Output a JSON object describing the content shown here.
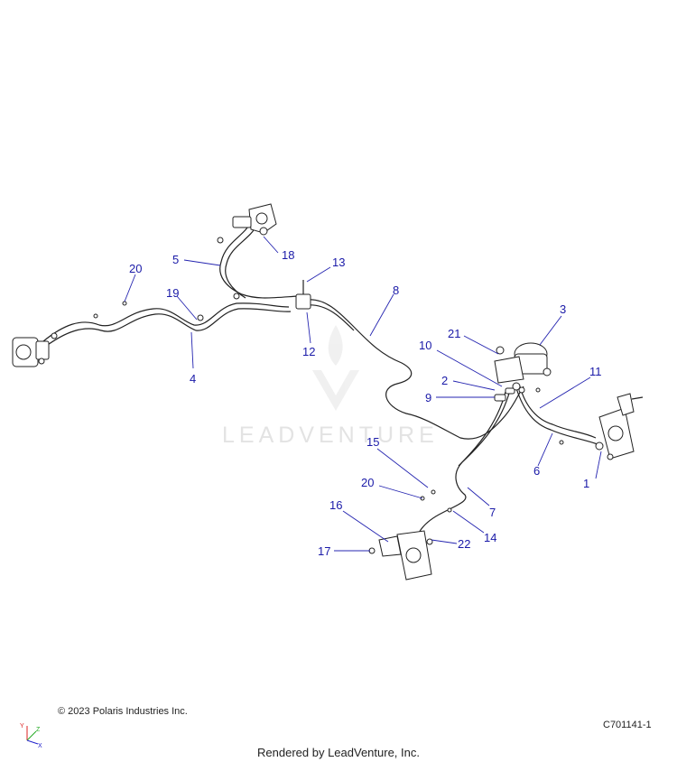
{
  "watermark": {
    "text": "LEADVENTURE",
    "color": "#e3e3e3"
  },
  "footer": {
    "copyright": "© 2023 Polaris Industries Inc.",
    "diagram_code": "C701141-1",
    "rendered_by": "Rendered by LeadVenture, Inc."
  },
  "axis_icon": {
    "labels": [
      "Y",
      "Z",
      "X"
    ],
    "colors": [
      "#d22",
      "#2a2",
      "#22c"
    ]
  },
  "callouts": [
    {
      "id": "c1",
      "label": "1"
    },
    {
      "id": "c2",
      "label": "2"
    },
    {
      "id": "c3",
      "label": "3"
    },
    {
      "id": "c4",
      "label": "4"
    },
    {
      "id": "c5",
      "label": "5"
    },
    {
      "id": "c6",
      "label": "6"
    },
    {
      "id": "c7",
      "label": "7"
    },
    {
      "id": "c8",
      "label": "8"
    },
    {
      "id": "c9",
      "label": "9"
    },
    {
      "id": "c10",
      "label": "10"
    },
    {
      "id": "c11",
      "label": "11"
    },
    {
      "id": "c12",
      "label": "12"
    },
    {
      "id": "c13",
      "label": "13"
    },
    {
      "id": "c14",
      "label": "14"
    },
    {
      "id": "c15",
      "label": "15"
    },
    {
      "id": "c16",
      "label": "16"
    },
    {
      "id": "c17",
      "label": "17"
    },
    {
      "id": "c18",
      "label": "18"
    },
    {
      "id": "c19",
      "label": "19"
    },
    {
      "id": "c20a",
      "label": "20"
    },
    {
      "id": "c20b",
      "label": "20"
    },
    {
      "id": "c21",
      "label": "21"
    },
    {
      "id": "c22",
      "label": "22"
    }
  ],
  "colors": {
    "callout": "#1a1aa8",
    "line": "#222222"
  }
}
